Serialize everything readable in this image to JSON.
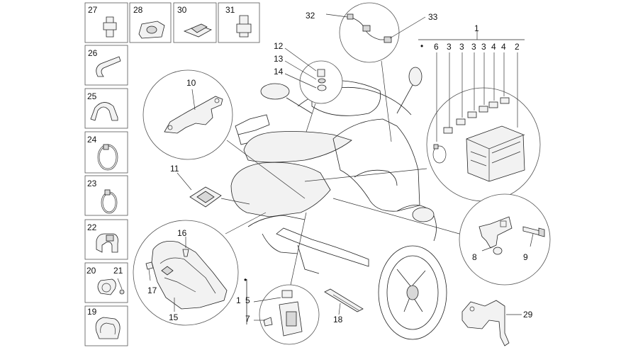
{
  "labels": {
    "l1": "1",
    "l2": "2",
    "l3a": "3",
    "l3b": "3",
    "l3c": "3",
    "l3d": "3",
    "l4a": "4",
    "l4b": "4",
    "l5": "5",
    "l6": "6",
    "l7": "7",
    "l8": "8",
    "l9": "9",
    "l10": "10",
    "l11": "11",
    "l12": "12",
    "l13": "13",
    "l14": "14",
    "l15": "15",
    "l16": "16",
    "l17": "17",
    "l18": "18",
    "l19": "19",
    "l20": "20",
    "l21": "21",
    "l22": "22",
    "l23": "23",
    "l24": "24",
    "l25": "25",
    "l26": "26",
    "l27": "27",
    "l28": "28",
    "l29": "29",
    "l30": "30",
    "l31": "31",
    "l32": "32",
    "l33": "33",
    "l1b": "1"
  },
  "kit_marker": "•"
}
